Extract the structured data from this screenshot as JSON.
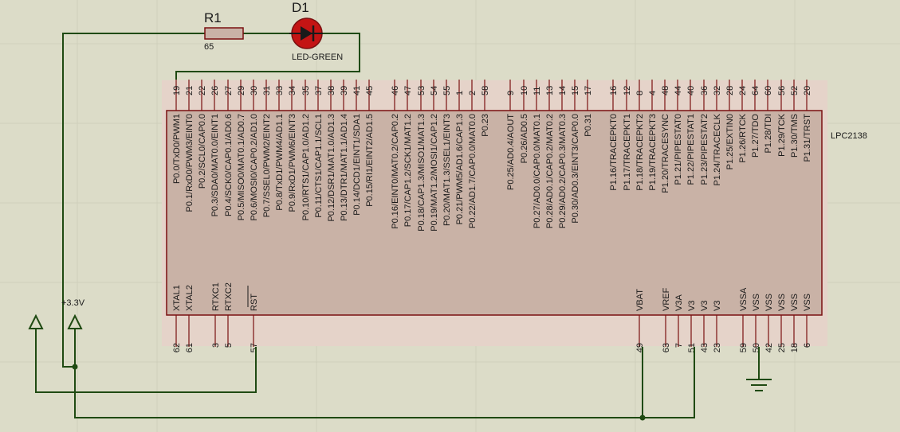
{
  "resistor": {
    "name": "R1",
    "value": "65"
  },
  "led": {
    "name": "D1",
    "value": "LED-GREEN"
  },
  "power": {
    "label": "+3.3V"
  },
  "chip": {
    "name": "LPC2138"
  },
  "top_pins": [
    {
      "num": "19",
      "label": "P0.0/TxD0/PWM1"
    },
    {
      "num": "21",
      "label": "P0.1/RxD0/PWM3/EINT0"
    },
    {
      "num": "22",
      "label": "P0.2/SCL0/CAP0.0"
    },
    {
      "num": "26",
      "label": "P0.3/SDA0/MAT0.0/EINT1"
    },
    {
      "num": "27",
      "label": "P0.4/SCK0/CAP0.1/AD0.6"
    },
    {
      "num": "29",
      "label": "P0.5/MISO0/MAT0.1/AD0.7"
    },
    {
      "num": "30",
      "label": "P0.6/MOSI0/CAP0.2/AD1.0"
    },
    {
      "num": "31",
      "label": "P0.7/SSEL0/PWM2/EINT2"
    },
    {
      "num": "33",
      "label": "P0.8/TxD1/PWM4/AD1.1"
    },
    {
      "num": "34",
      "label": "P0.9/RxD1/PWM6/EINT3"
    },
    {
      "num": "35",
      "label": "P0.10/RTS1/CAP1.0/AD1.2"
    },
    {
      "num": "37",
      "label": "P0.11/CTS1/CAP1.1/SCL1"
    },
    {
      "num": "38",
      "label": "P0.12/DSR1/MAT1.0/AD1.3"
    },
    {
      "num": "39",
      "label": "P0.13/DTR1/MAT1.1/AD1.4"
    },
    {
      "num": "41",
      "label": "P0.14/DCD1/EINT1/SDA1"
    },
    {
      "num": "45",
      "label": "P0.15/RI1/EINT2/AD1.5"
    },
    {
      "num": "46",
      "label": "P0.16/EINT0/MAT0.2/CAP0.2"
    },
    {
      "num": "47",
      "label": "P0.17/CAP1.2/SCK1/MAT1.2"
    },
    {
      "num": "53",
      "label": "P0.18/CAP1.3/MISO1/MAT1.3"
    },
    {
      "num": "54",
      "label": "P0.19/MAT1.2/MOSI1/CAP1.2"
    },
    {
      "num": "55",
      "label": "P0.20/MAT1.3/SSEL1/EINT3"
    },
    {
      "num": "1",
      "label": "P0.21/PWM5/AD1.6/CAP1.3"
    },
    {
      "num": "2",
      "label": "P0.22/AD1.7/CAP0.0/MAT0.0"
    },
    {
      "num": "58",
      "label": "P0.23"
    },
    {
      "num": "9",
      "label": "P0.25/AD0.4/AOUT"
    },
    {
      "num": "10",
      "label": "P0.26/AD0.5"
    },
    {
      "num": "11",
      "label": "P0.27/AD0.0/CAP0.0/MAT0.1"
    },
    {
      "num": "13",
      "label": "P0.28/AD0.1/CAP0.2/MAT0.2"
    },
    {
      "num": "14",
      "label": "P0.29/AD0.2/CAP0.3/MAT0.3"
    },
    {
      "num": "15",
      "label": "P0.30/AD0.3/EINT3/CAP0.0"
    },
    {
      "num": "17",
      "label": "P0.31"
    },
    {
      "num": "16",
      "label": "P1.16/TRACEPKT0"
    },
    {
      "num": "12",
      "label": "P1.17/TRACEPKT1"
    },
    {
      "num": "8",
      "label": "P1.18/TRACEPKT2"
    },
    {
      "num": "4",
      "label": "P1.19/TRACEPKT3"
    },
    {
      "num": "48",
      "label": "P1.20/TRACESYNC"
    },
    {
      "num": "44",
      "label": "P1.21/PIPESTAT0"
    },
    {
      "num": "40",
      "label": "P1.22/PIPESTAT1"
    },
    {
      "num": "36",
      "label": "P1.23/PIPESTAT2"
    },
    {
      "num": "32",
      "label": "P1.24/TRACECLK"
    },
    {
      "num": "28",
      "label": "P1.25/EXTIN0"
    },
    {
      "num": "24",
      "label": "P1.26/RTCK"
    },
    {
      "num": "64",
      "label": "P1.27/TDO"
    },
    {
      "num": "60",
      "label": "P1.28/TDI"
    },
    {
      "num": "56",
      "label": "P1.29/TCK"
    },
    {
      "num": "52",
      "label": "P1.30/TMS"
    },
    {
      "num": "20",
      "label": "P1.31/TRST"
    }
  ],
  "bottom_pins": [
    {
      "num": "62",
      "label": "XTAL1"
    },
    {
      "num": "61",
      "label": "XTAL2"
    },
    {
      "num": "3",
      "label": "RTXC1"
    },
    {
      "num": "5",
      "label": "RTXC2"
    },
    {
      "num": "57",
      "label": "RST"
    },
    {
      "num": "49",
      "label": "VBAT"
    },
    {
      "num": "63",
      "label": "VREF"
    },
    {
      "num": "7",
      "label": "V3A"
    },
    {
      "num": "51",
      "label": "V3"
    },
    {
      "num": "43",
      "label": "V3"
    },
    {
      "num": "23",
      "label": "V3"
    },
    {
      "num": "59",
      "label": "VSSA"
    },
    {
      "num": "50",
      "label": "VSS"
    },
    {
      "num": "42",
      "label": "VSS"
    },
    {
      "num": "25",
      "label": "VSS"
    },
    {
      "num": "18",
      "label": "VSS"
    },
    {
      "num": "6",
      "label": "VSS"
    }
  ]
}
